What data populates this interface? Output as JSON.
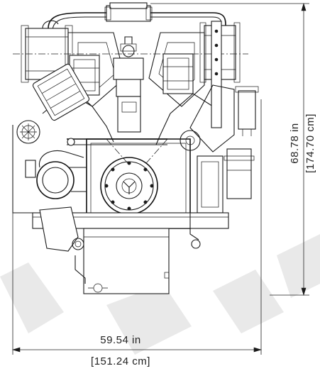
{
  "dimensions": {
    "height_in": "68.78 in",
    "height_cm": "[174.70 cm]",
    "width_in": "59.54 in",
    "width_cm": "[151.24 cm]"
  }
}
